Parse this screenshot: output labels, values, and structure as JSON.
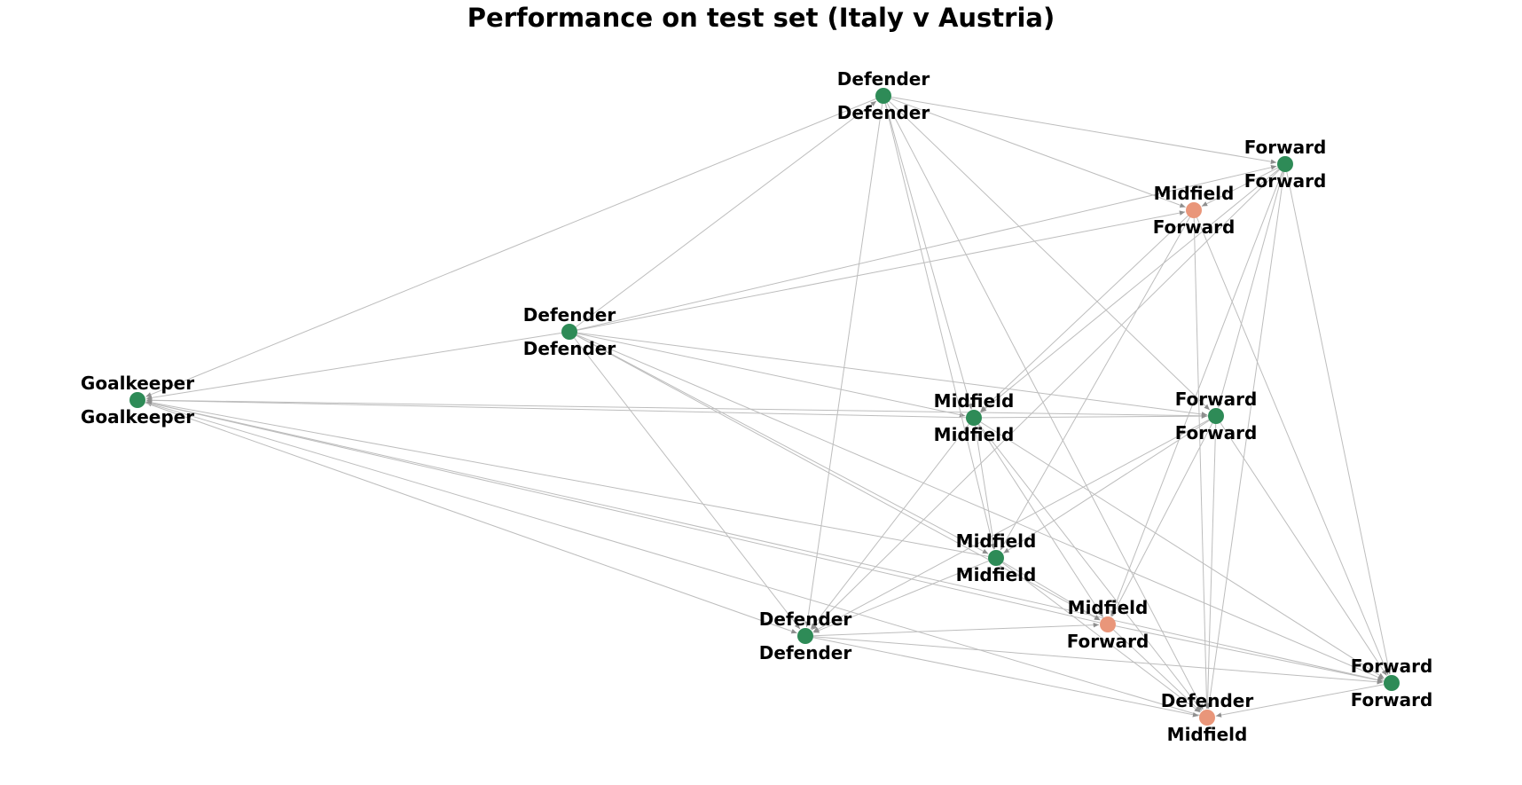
{
  "title": "Performance on test set (Italy v Austria)",
  "colors": {
    "correct": "#2e8b57",
    "incorrect": "#e9967a",
    "edge": "#bdbdbd",
    "arrow": "#8f8f8f"
  },
  "nodes": [
    {
      "id": "gk",
      "predicted": "Goalkeeper",
      "actual": "Goalkeeper",
      "correct": true
    },
    {
      "id": "d1",
      "predicted": "Defender",
      "actual": "Defender",
      "correct": true
    },
    {
      "id": "d2",
      "predicted": "Defender",
      "actual": "Defender",
      "correct": true
    },
    {
      "id": "d3",
      "predicted": "Defender",
      "actual": "Defender",
      "correct": true
    },
    {
      "id": "d4",
      "predicted": "Defender",
      "actual": "Midfield",
      "correct": false
    },
    {
      "id": "m1",
      "predicted": "Midfield",
      "actual": "Midfield",
      "correct": true
    },
    {
      "id": "m2",
      "predicted": "Midfield",
      "actual": "Midfield",
      "correct": true
    },
    {
      "id": "mf1",
      "predicted": "Midfield",
      "actual": "Forward",
      "correct": false
    },
    {
      "id": "mf2",
      "predicted": "Midfield",
      "actual": "Forward",
      "correct": false
    },
    {
      "id": "f1",
      "predicted": "Forward",
      "actual": "Forward",
      "correct": true
    },
    {
      "id": "f2",
      "predicted": "Forward",
      "actual": "Forward",
      "correct": true
    },
    {
      "id": "f3",
      "predicted": "Forward",
      "actual": "Forward",
      "correct": true
    }
  ],
  "edges": [
    [
      "d1",
      "gk"
    ],
    [
      "d2",
      "gk"
    ],
    [
      "m1",
      "gk"
    ],
    [
      "f2",
      "gk"
    ],
    [
      "m2",
      "gk"
    ],
    [
      "mf2",
      "gk"
    ],
    [
      "d4",
      "gk"
    ],
    [
      "f3",
      "gk"
    ],
    [
      "gk",
      "d3"
    ],
    [
      "d2",
      "d1"
    ],
    [
      "d2",
      "f1"
    ],
    [
      "d2",
      "mf1"
    ],
    [
      "d2",
      "m1"
    ],
    [
      "d2",
      "f2"
    ],
    [
      "d2",
      "m2"
    ],
    [
      "d2",
      "mf2"
    ],
    [
      "d2",
      "d3"
    ],
    [
      "d2",
      "f3"
    ],
    [
      "d1",
      "f1"
    ],
    [
      "d1",
      "mf1"
    ],
    [
      "d1",
      "m1"
    ],
    [
      "d1",
      "m2"
    ],
    [
      "d1",
      "d3"
    ],
    [
      "d1",
      "f2"
    ],
    [
      "d1",
      "d4"
    ],
    [
      "f1",
      "mf1"
    ],
    [
      "f1",
      "m1"
    ],
    [
      "f1",
      "d3"
    ],
    [
      "f1",
      "mf2"
    ],
    [
      "f1",
      "f2"
    ],
    [
      "f1",
      "d4"
    ],
    [
      "f1",
      "f3"
    ],
    [
      "mf1",
      "m1"
    ],
    [
      "mf1",
      "m2"
    ],
    [
      "mf1",
      "d4"
    ],
    [
      "mf1",
      "f3"
    ],
    [
      "m1",
      "f2"
    ],
    [
      "m1",
      "m2"
    ],
    [
      "m1",
      "d3"
    ],
    [
      "m1",
      "mf2"
    ],
    [
      "m1",
      "d4"
    ],
    [
      "m1",
      "f3"
    ],
    [
      "f2",
      "m2"
    ],
    [
      "f2",
      "d3"
    ],
    [
      "f2",
      "mf2"
    ],
    [
      "f2",
      "d4"
    ],
    [
      "f2",
      "f3"
    ],
    [
      "m2",
      "d3"
    ],
    [
      "m2",
      "mf2"
    ],
    [
      "m2",
      "d4"
    ],
    [
      "d3",
      "mf2"
    ],
    [
      "d3",
      "d4"
    ],
    [
      "d3",
      "f3"
    ],
    [
      "mf2",
      "d4"
    ],
    [
      "mf2",
      "f3"
    ],
    [
      "f3",
      "d4"
    ]
  ]
}
